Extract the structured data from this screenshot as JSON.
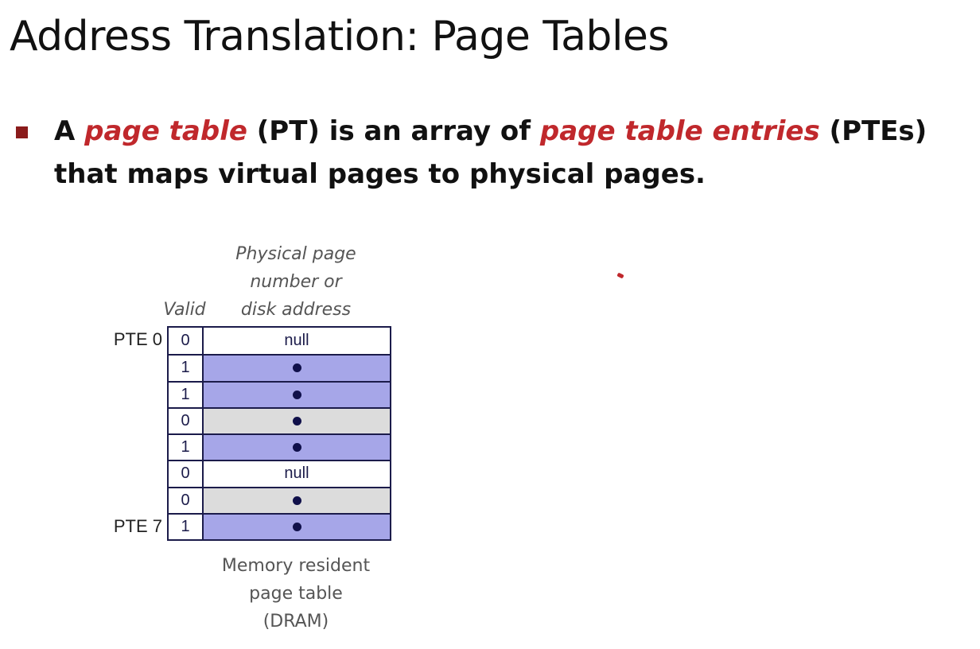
{
  "slide": {
    "title": "Address Translation: Page Tables"
  },
  "bullet": {
    "text_1": "A ",
    "em_1": "page table",
    "text_2": " (PT) is an array of ",
    "em_2": "page table entries",
    "text_3": " (PTEs) that maps virtual pages to physical pages."
  },
  "diagram": {
    "header_ppn_lines": [
      "Physical page",
      "number or",
      "disk address"
    ],
    "header_valid": "Valid",
    "first_label": "PTE 0",
    "last_label": "PTE 7",
    "rows": [
      {
        "valid": "0",
        "entry": "null",
        "kind": "null"
      },
      {
        "valid": "1",
        "entry": "",
        "kind": "dram"
      },
      {
        "valid": "1",
        "entry": "",
        "kind": "dram"
      },
      {
        "valid": "0",
        "entry": "",
        "kind": "disk"
      },
      {
        "valid": "1",
        "entry": "",
        "kind": "dram"
      },
      {
        "valid": "0",
        "entry": "null",
        "kind": "null"
      },
      {
        "valid": "0",
        "entry": "",
        "kind": "disk"
      },
      {
        "valid": "1",
        "entry": "",
        "kind": "dram"
      }
    ],
    "caption_lines": [
      "Memory resident",
      "page table",
      "(DRAM)"
    ],
    "colors": {
      "dram_fill": "#a6a6e8",
      "disk_fill": "#dcdcdc",
      "null_fill": "#ffffff",
      "border": "#1b1b4a",
      "emphasis": "#c0282c",
      "bullet": "#8a1b1b"
    }
  }
}
